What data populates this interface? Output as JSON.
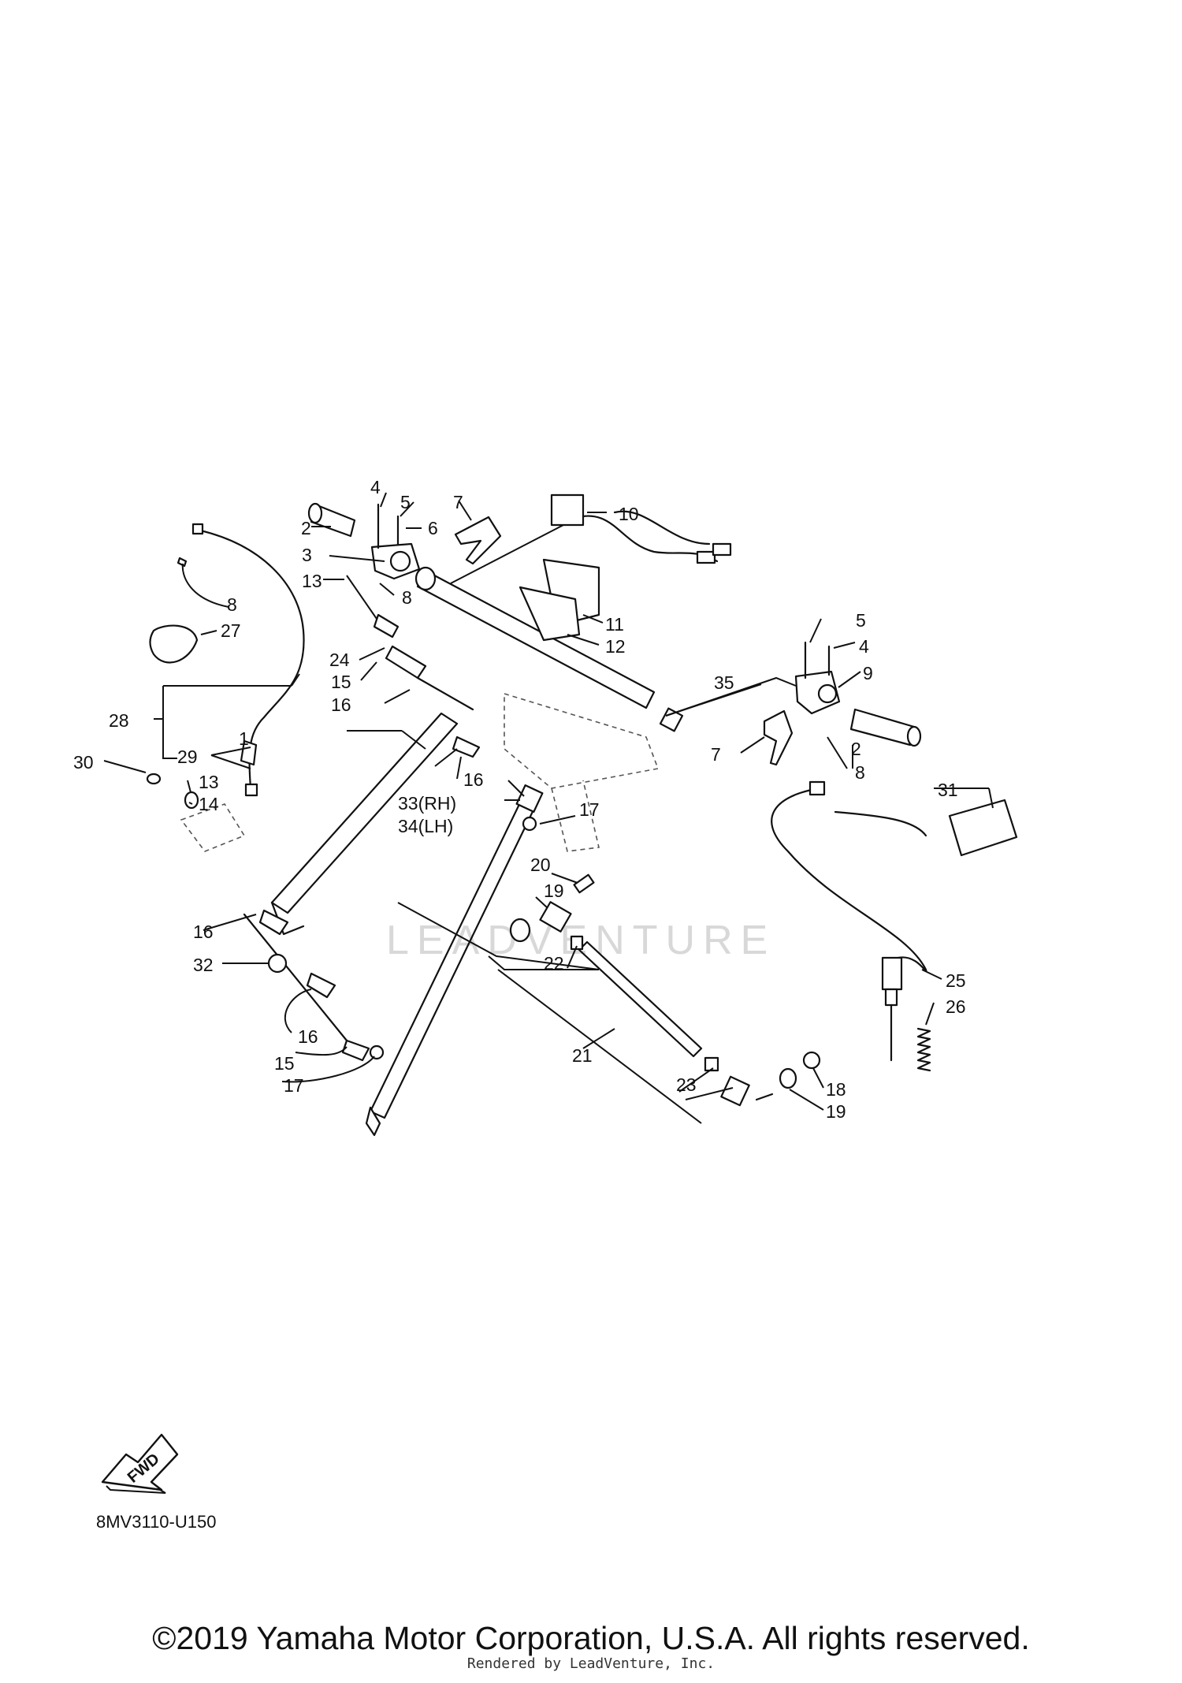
{
  "watermark": "LEADVENTURE",
  "diagram_code": "8MV3110-U150",
  "fwd_label": "FWD",
  "copyright": "©2019 Yamaha Motor Corporation, U.S.A. All rights reserved.",
  "rendered_by": "Rendered by LeadVenture, Inc.",
  "callouts": {
    "c1": "1",
    "c2a": "2",
    "c2b": "2",
    "c3": "3",
    "c4a": "4",
    "c4b": "4",
    "c5a": "5",
    "c5b": "5",
    "c6": "6",
    "c7a": "7",
    "c7b": "7",
    "c8a": "8",
    "c8b": "8",
    "c8c": "8",
    "c9": "9",
    "c10": "10",
    "c11": "11",
    "c12": "12",
    "c13a": "13",
    "c13b": "13",
    "c14": "14",
    "c15a": "15",
    "c15b": "15",
    "c16a": "16",
    "c16b": "16",
    "c16c": "16",
    "c16d": "16",
    "c17a": "17",
    "c17b": "17",
    "c18": "18",
    "c19a": "19",
    "c19b": "19",
    "c20": "20",
    "c21": "21",
    "c22": "22",
    "c23": "23",
    "c24": "24",
    "c25": "25",
    "c26": "26",
    "c27": "27",
    "c28": "28",
    "c29": "29",
    "c30": "30",
    "c31": "31",
    "c32": "32",
    "c33": "33(RH)",
    "c34": "34(LH)",
    "c35": "35"
  }
}
